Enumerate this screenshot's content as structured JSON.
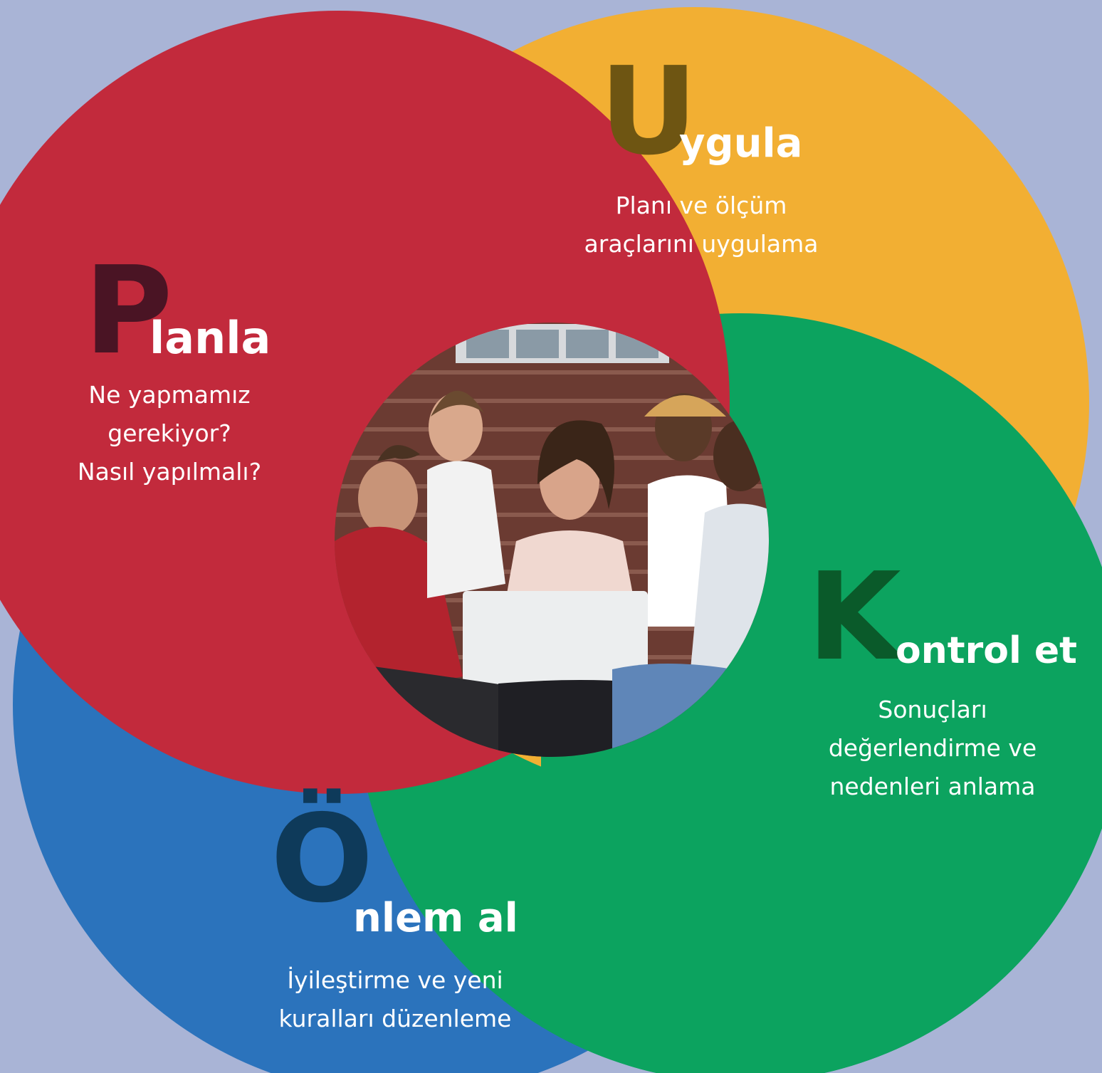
{
  "colors": {
    "background": "#a9b4d6",
    "planla_circle": "#c22a3c",
    "planla_letter": "#4a1424",
    "uygula_circle": "#f2af33",
    "uygula_letter": "#6e5512",
    "kontrol_circle": "#0ca35f",
    "kontrol_letter": "#0a5a2a",
    "onlem_circle": "#2b73bc",
    "onlem_letter": "#0e3a5a",
    "photo_wall": "#6b3b32",
    "photo_steps": "#8a5a4e"
  },
  "planla": {
    "letter": "P",
    "rest": "lanla",
    "desc_lines": [
      "Ne yapmamız",
      "gerekiyor?",
      "Nasıl yapılmalı?"
    ]
  },
  "uygula": {
    "letter": "U",
    "rest": "ygula",
    "desc_lines": [
      "Planı ve ölçüm",
      "araçlarını uygulama"
    ]
  },
  "kontrol": {
    "letter": "K",
    "rest": "ontrol et",
    "desc_lines": [
      "Sonuçları",
      "değerlendirme ve",
      "nedenleri anlama"
    ]
  },
  "onlem": {
    "letter": "Ö",
    "rest": "nlem al",
    "desc_lines": [
      "İyileştirme ve yeni",
      "kuralları düzenleme"
    ]
  },
  "photo": {
    "description_icon": "students-with-laptop-photo"
  }
}
